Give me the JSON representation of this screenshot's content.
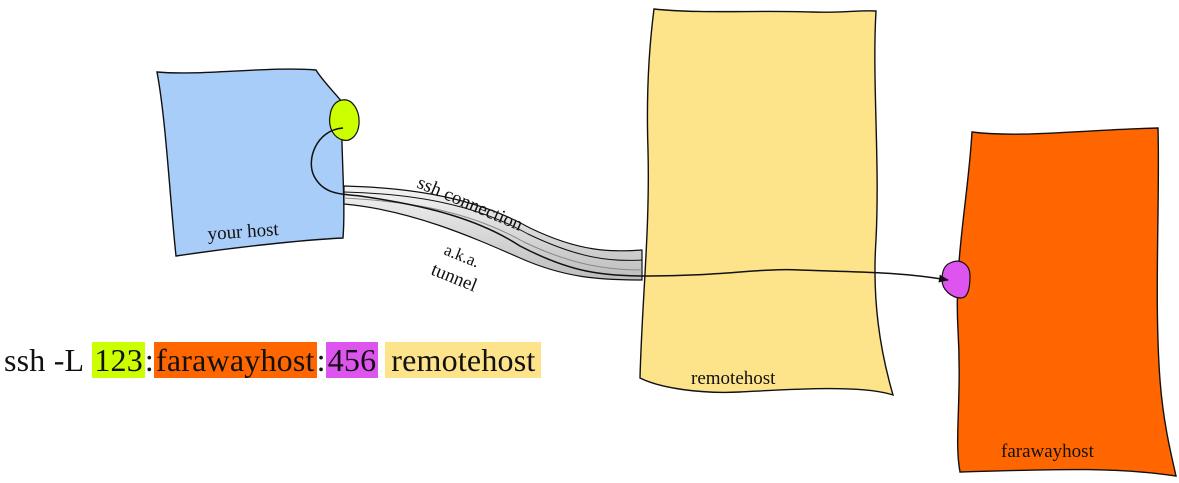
{
  "colors": {
    "your_host": "#a9cdf9",
    "remotehost": "#fde38a",
    "farawayhost": "#ff6600",
    "local_port": "#ccff00",
    "remote_port": "#dd55ee",
    "tunnel": "#dcdcdc"
  },
  "labels": {
    "your_host": "your host",
    "remotehost": "remotehost",
    "farawayhost": "farawayhost",
    "ssh_connection": "ssh connection",
    "aka": "a.k.a.",
    "tunnel": "tunnel"
  },
  "command": {
    "prefix": "ssh -L",
    "local_port": "123",
    "sep1": ":",
    "target_host": "farawayhost",
    "sep2": ":",
    "target_port": "456",
    "ssh_host": "remotehost"
  }
}
